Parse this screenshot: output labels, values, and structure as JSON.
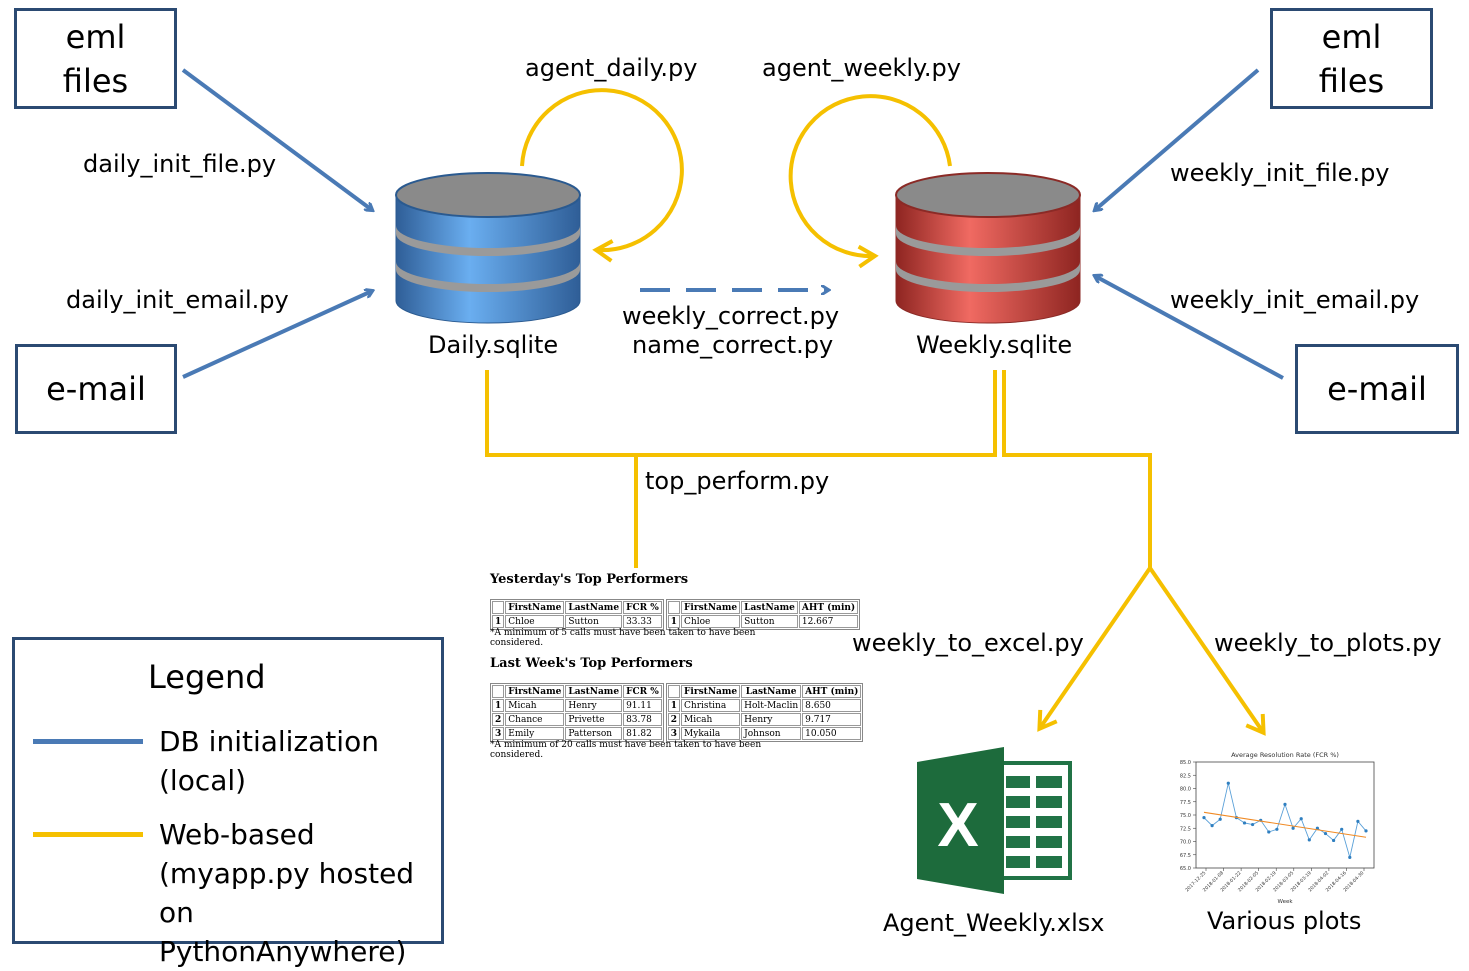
{
  "colors": {
    "init": "#4a7ab5",
    "web": "#f5c000",
    "box_border": "#2b4a72",
    "daily_db": "#4a8ad6",
    "weekly_db": "#d8453f",
    "db_top": "#8a8a8a"
  },
  "inputs": {
    "eml_left": "eml\nfiles",
    "eml_right": "eml\nfiles",
    "email_left": "e-mail",
    "email_right": "e-mail"
  },
  "scripts": {
    "daily_init_file": "daily_init_file.py",
    "daily_init_email": "daily_init_email.py",
    "weekly_init_file": "weekly_init_file.py",
    "weekly_init_email": "weekly_init_email.py",
    "agent_daily": "agent_daily.py",
    "agent_weekly": "agent_weekly.py",
    "weekly_correct": "weekly_correct.py",
    "name_correct": "name_correct.py",
    "top_perform": "top_perform.py",
    "weekly_to_excel": "weekly_to_excel.py",
    "weekly_to_plots": "weekly_to_plots.py"
  },
  "databases": {
    "daily": "Daily.sqlite",
    "weekly": "Weekly.sqlite"
  },
  "outputs": {
    "excel_file": "Agent_Weekly.xlsx",
    "excel_letter": "X",
    "plots": "Various plots"
  },
  "performers": {
    "yesterday": {
      "title": "Yesterday's Top Performers",
      "fcr_table": {
        "headers": [
          "",
          "FirstName",
          "LastName",
          "FCR %"
        ],
        "rows": [
          [
            "1",
            "Chloe",
            "Sutton",
            "33.33"
          ]
        ]
      },
      "aht_table": {
        "headers": [
          "",
          "FirstName",
          "LastName",
          "AHT (min)"
        ],
        "rows": [
          [
            "1",
            "Chloe",
            "Sutton",
            "12.667"
          ]
        ]
      },
      "note": "*A minimum of 5 calls must have been taken to have been considered."
    },
    "last_week": {
      "title": "Last Week's Top Performers",
      "fcr_table": {
        "headers": [
          "",
          "FirstName",
          "LastName",
          "FCR %"
        ],
        "rows": [
          [
            "1",
            "Micah",
            "Henry",
            "91.11"
          ],
          [
            "2",
            "Chance",
            "Privette",
            "83.78"
          ],
          [
            "3",
            "Emily",
            "Patterson",
            "81.82"
          ]
        ]
      },
      "aht_table": {
        "headers": [
          "",
          "FirstName",
          "LastName",
          "AHT (min)"
        ],
        "rows": [
          [
            "1",
            "Christina",
            "Holt-Maclin",
            "8.650"
          ],
          [
            "2",
            "Micah",
            "Henry",
            "9.717"
          ],
          [
            "3",
            "Mykaila",
            "Johnson",
            "10.050"
          ]
        ]
      },
      "note": "*A minimum of 20 calls must have been taken to have been considered."
    }
  },
  "chart_data": {
    "type": "line",
    "title": "Average Resolution Rate (FCR %)",
    "xlabel": "Week",
    "ylabel": "",
    "ylim": [
      65.0,
      85.0
    ],
    "y_ticks": [
      "65.0",
      "67.5",
      "70.0",
      "72.5",
      "75.0",
      "77.5",
      "80.0",
      "82.5",
      "85.0"
    ],
    "x_ticks": [
      "2017-12-25",
      "2018-01-08",
      "2018-01-22",
      "2018-02-05",
      "2018-02-19",
      "2018-03-05",
      "2018-03-19",
      "2018-04-02",
      "2018-04-16",
      "2018-04-30"
    ],
    "series": [
      {
        "values": [
          74.5,
          73.0,
          74.2,
          81.0,
          74.5,
          73.5,
          73.2,
          74.0,
          71.8,
          72.3,
          77.0,
          72.5,
          74.3,
          70.3,
          72.5,
          71.5,
          70.2,
          72.3,
          67.0,
          73.8,
          72.0
        ]
      },
      {
        "values": [
          75.5,
          70.8
        ]
      }
    ]
  },
  "legend": {
    "title": "Legend",
    "items": [
      {
        "label": "DB initialization\n(local)",
        "color": "#4a7ab5"
      },
      {
        "label": "Web-based\n(myapp.py hosted on\nPythonAnywhere)",
        "color": "#f5c000"
      }
    ]
  }
}
